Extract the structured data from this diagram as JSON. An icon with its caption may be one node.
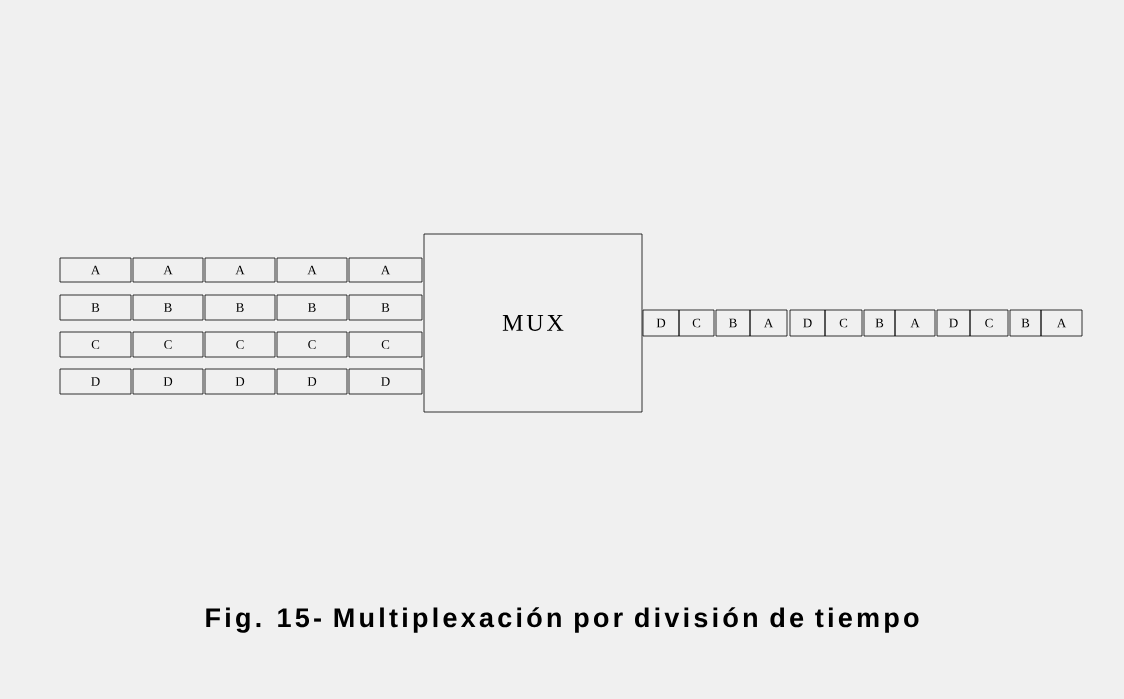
{
  "diagram": {
    "caption": "Fig. 15- Multiplexación por división de tiempo",
    "nodes": [
      {
        "text": [
          "A"
        ]
      },
      {
        "text": [
          "A"
        ]
      },
      {
        "text": [
          "A"
        ]
      },
      {
        "text": [
          "A"
        ]
      },
      {
        "text": [
          "A"
        ]
      },
      {
        "text": [
          "B"
        ]
      },
      {
        "text": [
          "B"
        ]
      },
      {
        "text": [
          "B"
        ]
      },
      {
        "text": [
          "B"
        ]
      },
      {
        "text": [
          "B"
        ]
      },
      {
        "text": [
          "C"
        ]
      },
      {
        "text": [
          "C"
        ]
      },
      {
        "text": [
          "C"
        ]
      },
      {
        "text": [
          "C"
        ]
      },
      {
        "text": [
          "C"
        ]
      },
      {
        "text": [
          "D"
        ]
      },
      {
        "text": [
          "D"
        ]
      },
      {
        "text": [
          "D"
        ]
      },
      {
        "text": [
          "D"
        ]
      },
      {
        "text": [
          "D"
        ]
      },
      {
        "text": [
          "MUX"
        ]
      },
      {
        "text": [
          "D"
        ]
      },
      {
        "text": [
          "C"
        ]
      },
      {
        "text": [
          "B"
        ]
      },
      {
        "text": [
          "A"
        ]
      },
      {
        "text": [
          "D"
        ]
      },
      {
        "text": [
          "C"
        ]
      },
      {
        "text": [
          "B"
        ]
      },
      {
        "text": [
          "A"
        ]
      },
      {
        "text": [
          "D"
        ]
      },
      {
        "text": [
          "C"
        ]
      },
      {
        "text": [
          "B"
        ]
      },
      {
        "text": [
          "A"
        ]
      }
    ]
  }
}
